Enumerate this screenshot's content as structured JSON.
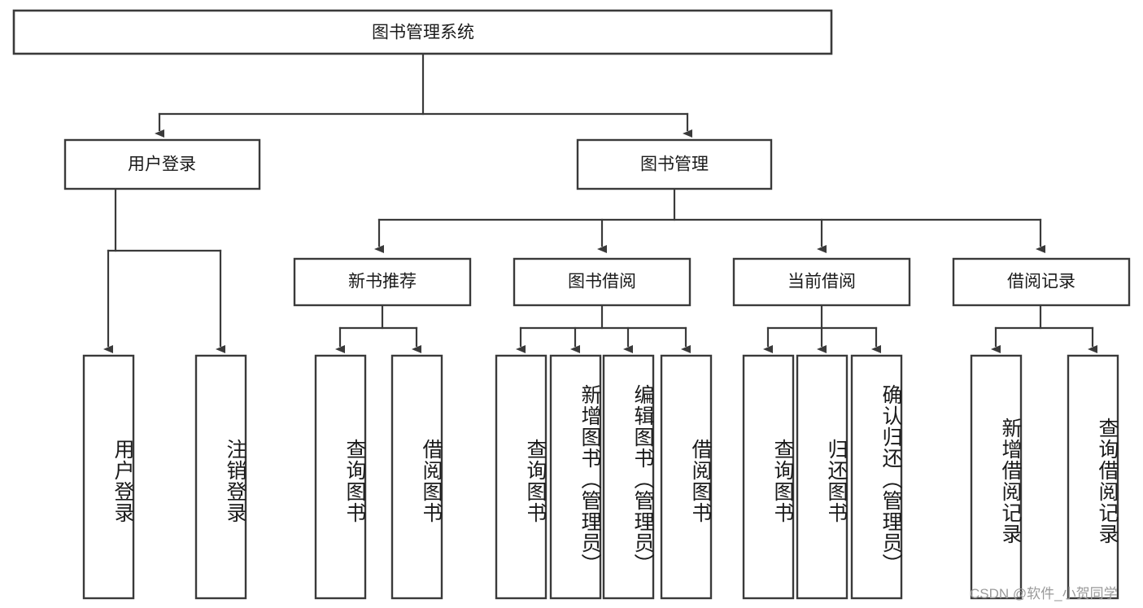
{
  "diagram": {
    "title": "图书管理系统",
    "type": "tree-hierarchy",
    "watermark": "CSDN @软件_小贺同学",
    "colors": {
      "box_stroke": "#3a3a3a",
      "box_fill": "#ffffff",
      "text": "#1a1a1a",
      "watermark": "#9a9a9a",
      "background": "#ffffff"
    },
    "nodes": {
      "root": {
        "label": "图书管理系统"
      },
      "level2": [
        {
          "id": "user-login",
          "label": "用户登录"
        },
        {
          "id": "book-management",
          "label": "图书管理"
        }
      ],
      "level3": [
        {
          "id": "new-book-recommend",
          "label": "新书推荐"
        },
        {
          "id": "book-borrow",
          "label": "图书借阅"
        },
        {
          "id": "current-borrow",
          "label": "当前借阅"
        },
        {
          "id": "borrow-record",
          "label": "借阅记录"
        }
      ],
      "leaves": {
        "user-login": [
          {
            "id": "leaf-user-login",
            "label": "用户登录"
          },
          {
            "id": "leaf-user-logout",
            "label": "注销登录"
          }
        ],
        "new-book-recommend": [
          {
            "id": "leaf-query-book-1",
            "label": "查询图书"
          },
          {
            "id": "leaf-borrow-book-1",
            "label": "借阅图书"
          }
        ],
        "book-borrow": [
          {
            "id": "leaf-query-book-2",
            "label": "查询图书"
          },
          {
            "id": "leaf-add-book",
            "label": "新增图书（管理员）"
          },
          {
            "id": "leaf-edit-book",
            "label": "编辑图书（管理员）"
          },
          {
            "id": "leaf-borrow-book-2",
            "label": "借阅图书"
          }
        ],
        "current-borrow": [
          {
            "id": "leaf-query-book-3",
            "label": "查询图书"
          },
          {
            "id": "leaf-return-book",
            "label": "归还图书"
          },
          {
            "id": "leaf-confirm-return",
            "label": "确认归还（管理员）"
          }
        ],
        "borrow-record": [
          {
            "id": "leaf-add-record",
            "label": "新增借阅记录"
          },
          {
            "id": "leaf-query-record",
            "label": "查询借阅记录"
          }
        ]
      }
    }
  }
}
